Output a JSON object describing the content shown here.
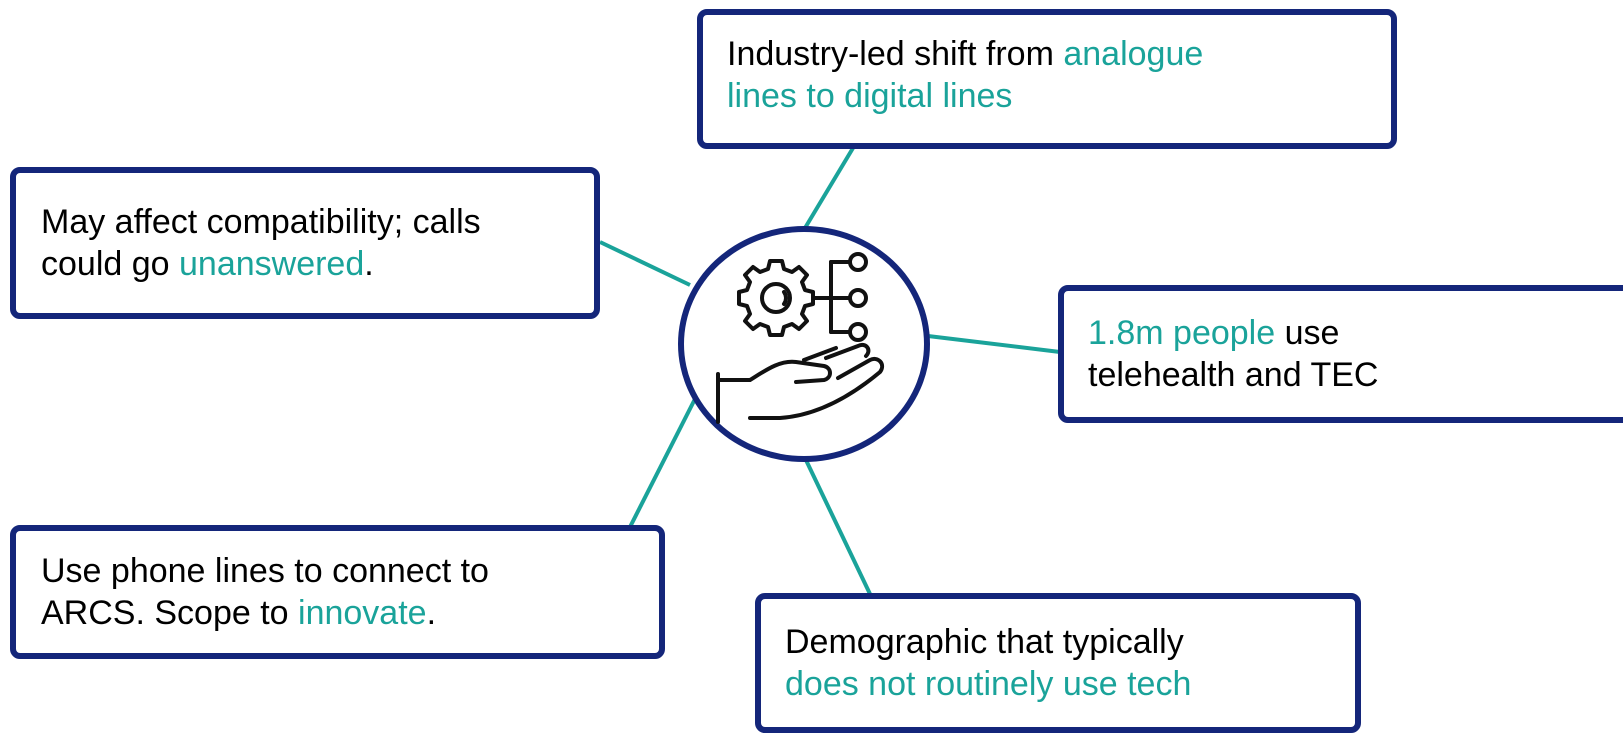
{
  "colors": {
    "box_border": "#14267a",
    "accent_text": "#1aa39a",
    "connector": "#1aa39a",
    "body_text": "#000000"
  },
  "hub": {
    "icon": "gear-network-hand-icon"
  },
  "boxes": {
    "top": {
      "segments": [
        {
          "text": "Industry-led shift from ",
          "accent": false
        },
        {
          "text": "analogue",
          "accent": true
        },
        {
          "text": "lines to digital lines",
          "accent": true
        }
      ]
    },
    "left": {
      "segments": [
        {
          "text": "May affect compatibility; calls",
          "accent": false
        },
        {
          "text": "could go ",
          "accent": false
        },
        {
          "text": "unanswered",
          "accent": true
        },
        {
          "text": ".",
          "accent": false
        }
      ]
    },
    "right": {
      "segments": [
        {
          "text": "1.8m people",
          "accent": true
        },
        {
          "text": " use",
          "accent": false
        },
        {
          "text": "telehealth and TEC",
          "accent": false
        }
      ]
    },
    "bottom_left": {
      "segments": [
        {
          "text": "Use phone lines to connect to",
          "accent": false
        },
        {
          "text": "ARCS. Scope to ",
          "accent": false
        },
        {
          "text": "innovate",
          "accent": true
        },
        {
          "text": ".",
          "accent": false
        }
      ]
    },
    "bottom": {
      "segments": [
        {
          "text": "Demographic that typically",
          "accent": false
        },
        {
          "text": "does not routinely use tech",
          "accent": true
        }
      ]
    }
  }
}
